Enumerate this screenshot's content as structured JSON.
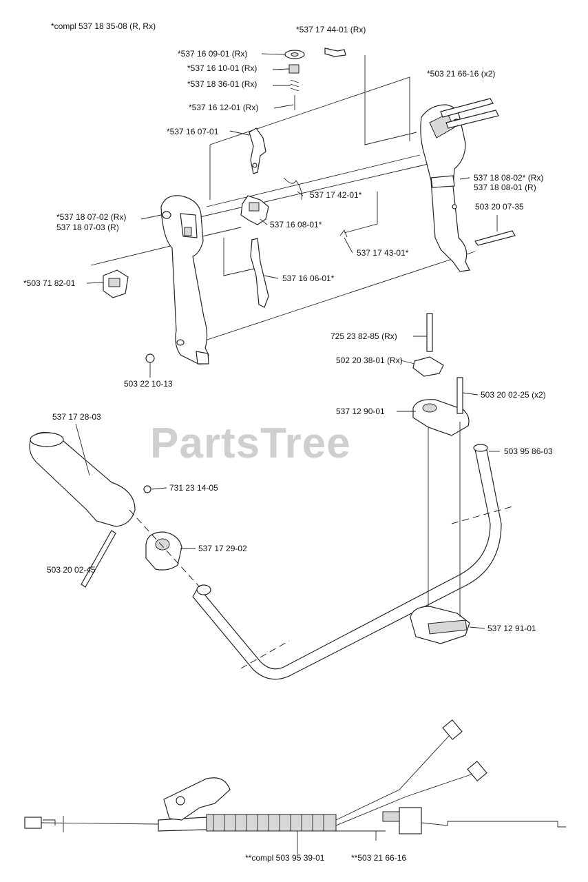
{
  "watermark": "PartsTree",
  "labels": {
    "compl_assembly": "*compl 537 18 35-08  (R, Rx)",
    "p537174401": "*537 17 44-01 (Rx)",
    "p537160901": "*537 16 09-01 (Rx)",
    "p537161001": "*537 16 10-01 (Rx)",
    "p537183601": "*537 18 36-01 (Rx)",
    "p537161201": "*537 16 12-01 (Rx)",
    "p503216616x2": "*503 21 66-16 (x2)",
    "p537160701": "*537 16 07-01",
    "p537180802": "537 18 08-02* (Rx)",
    "p537180801": "537 18 08-01 (R)",
    "p537174201": "537 17 42-01*",
    "p503200735": "503 20 07-35",
    "p537180702": "*537 18 07-02 (Rx)",
    "p537180703": "537 18 07-03 (R)",
    "p537160801": "537 16 08-01*",
    "p537174301": "537 17 43-01*",
    "p503718201": "*503 71 82-01",
    "p537160601": "537 16 06-01*",
    "p725238285": "725 23 82-85 (Rx)",
    "p502203801": "502 20 38-01 (Rx)",
    "p503221013": "503 22 10-13",
    "p503200225": "503 20 02-25 (x2)",
    "p537129001": "537 12 90-01",
    "p537172803": "537 17 28-03",
    "p503958603": "503 95 86-03",
    "p731231405": "731 23 14-05",
    "p537172902": "537 17 29-02",
    "p503200245": "503 20 02-45",
    "p537129101": "537 12 91-01",
    "compl_cable": "**compl 503 95 39-01",
    "p503216616": "**503 21 66-16"
  }
}
